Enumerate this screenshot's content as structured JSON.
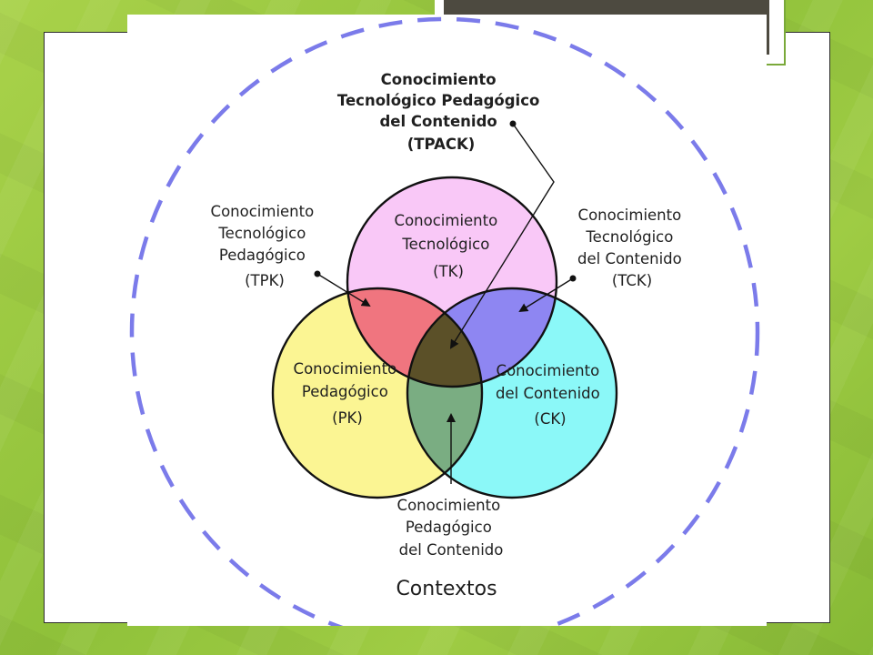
{
  "diagram": {
    "title": "",
    "context": "Contextos",
    "circles": {
      "tk": [
        "Conocimiento",
        "Tecnológico",
        "(TK)"
      ],
      "pk": [
        "Conocimiento",
        "Pedagógico",
        "(PK)"
      ],
      "ck": [
        "Conocimiento",
        "del Contenido",
        "(CK)"
      ]
    },
    "labels": {
      "tpack": [
        "Conocimiento",
        "Tecnológico Pedagógico",
        "del Contenido",
        "(TPACK)"
      ],
      "tpk": [
        "Conocimiento",
        "Tecnológico",
        "Pedagógico",
        "(TPK)"
      ],
      "tck": [
        "Conocimiento",
        "Tecnológico",
        "del Contenido",
        "(TCK)"
      ],
      "pck": [
        "Conocimiento",
        "Pedagógico",
        "del Contenido"
      ]
    },
    "colors": {
      "tk": "#f9c8f7",
      "pk": "#fbf593",
      "ck": "#8bf8f8",
      "tpk": "#f0757f",
      "tck": "#8e86f2",
      "pck": "#7aad82",
      "tpack": "#5b5028",
      "context_ring": "#7b7bea",
      "outline": "#111111"
    }
  }
}
